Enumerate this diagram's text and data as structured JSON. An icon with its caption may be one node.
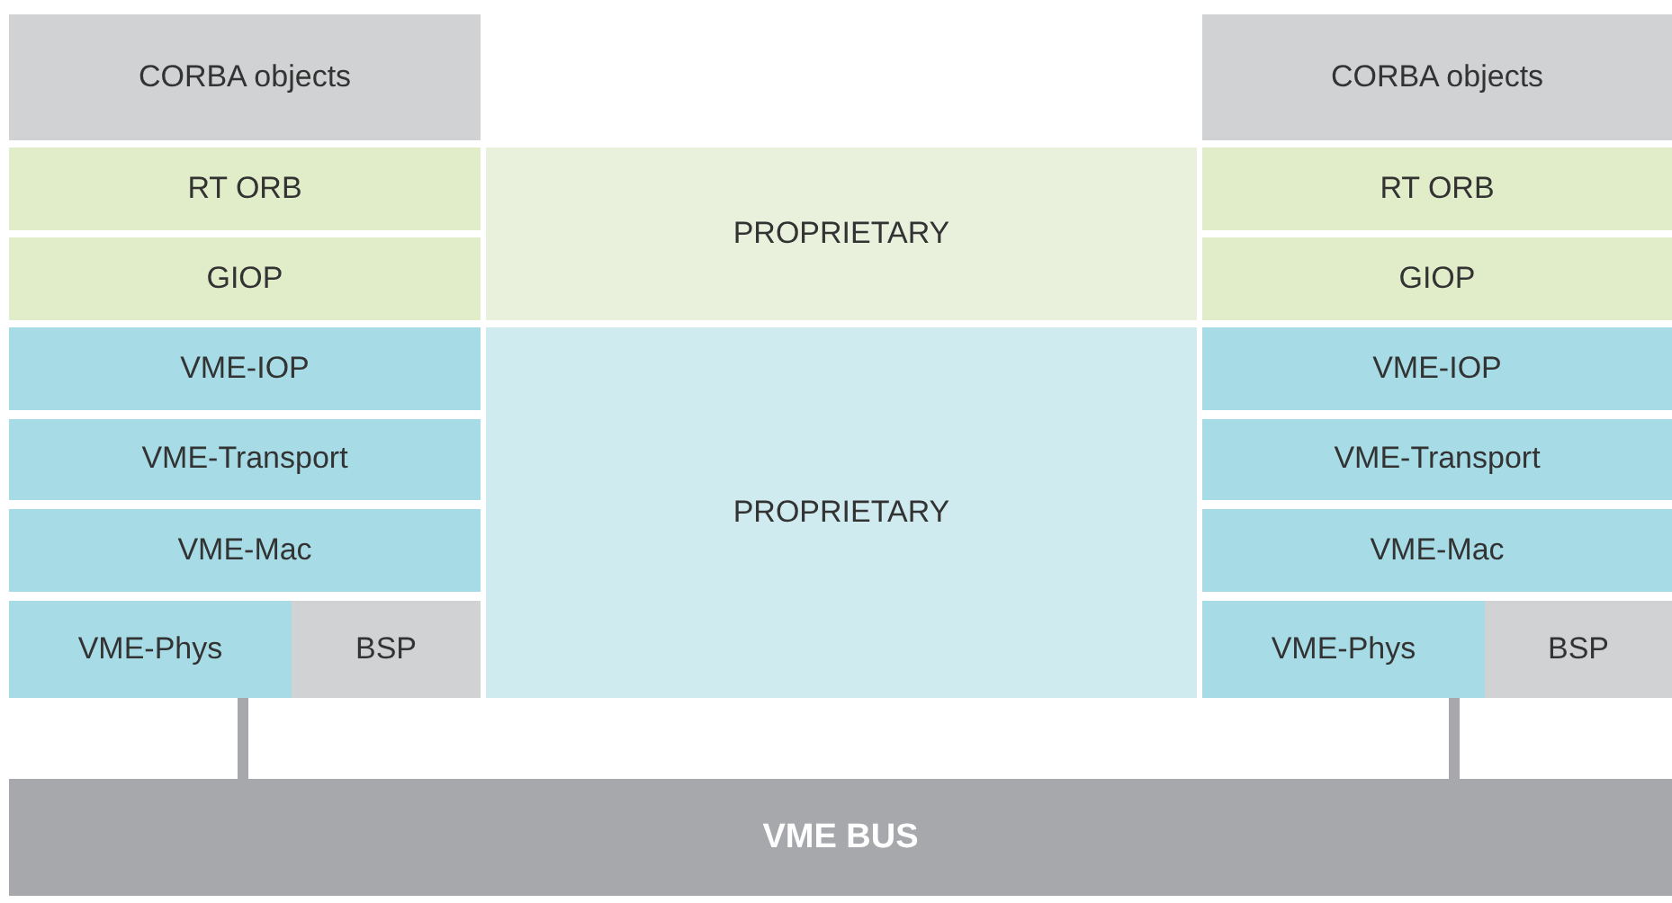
{
  "diagram": {
    "nodes": [
      {
        "text": [
          "CORBA objects"
        ]
      },
      {
        "text": [
          "RT ORB"
        ]
      },
      {
        "text": [
          "GIOP"
        ]
      },
      {
        "text": [
          "VME-IOP"
        ]
      },
      {
        "text": [
          "VME-Transport"
        ]
      },
      {
        "text": [
          "VME-Mac"
        ]
      },
      {
        "text": [
          "VME-Phys"
        ]
      },
      {
        "text": [
          "BSP"
        ]
      },
      {
        "text": [
          "PROPRIETARY"
        ]
      },
      {
        "text": [
          "PROPRIETARY"
        ]
      },
      {
        "text": [
          "CORBA objects"
        ]
      },
      {
        "text": [
          "RT ORB"
        ]
      },
      {
        "text": [
          "GIOP"
        ]
      },
      {
        "text": [
          "VME-IOP"
        ]
      },
      {
        "text": [
          "VME-Transport"
        ]
      },
      {
        "text": [
          "VME-Mac"
        ]
      },
      {
        "text": [
          "VME-Phys"
        ]
      },
      {
        "text": [
          "BSP"
        ]
      },
      {
        "text": [
          "VME BUS"
        ]
      }
    ],
    "edges": [
      {
        "from": 6,
        "to": 18,
        "arrow": "none"
      },
      {
        "from": 16,
        "to": 18,
        "arrow": "none"
      }
    ]
  }
}
